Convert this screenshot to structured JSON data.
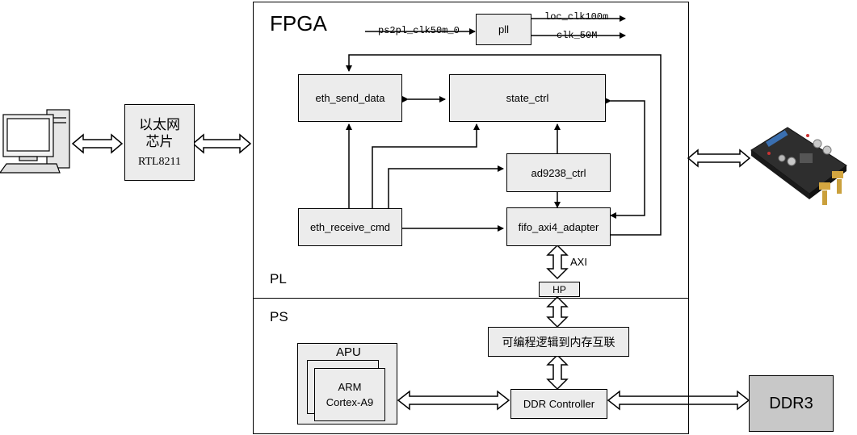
{
  "fpga": {
    "title": "FPGA",
    "pl_label": "PL",
    "ps_label": "PS"
  },
  "clock": {
    "input": "ps2pl_clk50m_0",
    "pll": "pll",
    "out1": "loc_clk100m",
    "out2": "clk_50M"
  },
  "modules": {
    "eth_send_data": "eth_send_data",
    "state_ctrl": "state_ctrl",
    "ad9238_ctrl": "ad9238_ctrl",
    "eth_receive_cmd": "eth_receive_cmd",
    "fifo_axi4_adapter": "fifo_axi4_adapter"
  },
  "ps": {
    "axi_label": "AXI",
    "hp": "HP",
    "interconnect": "可编程逻辑到内存互联",
    "apu": "APU",
    "arm_line1": "ARM",
    "arm_line2": "Cortex-A9",
    "ddr_controller": "DDR Controller"
  },
  "external": {
    "ddr3": "DDR3",
    "eth_chip_line1": "以太网",
    "eth_chip_line2": "芯片",
    "eth_chip_line3": "RTL8211",
    "pc_icon": "desktop-computer-icon",
    "adc_board_icon": "adc-board-icon"
  },
  "colors": {
    "box_fill": "#ececec",
    "ddr3_fill": "#c8c8c8",
    "line": "#000000"
  }
}
